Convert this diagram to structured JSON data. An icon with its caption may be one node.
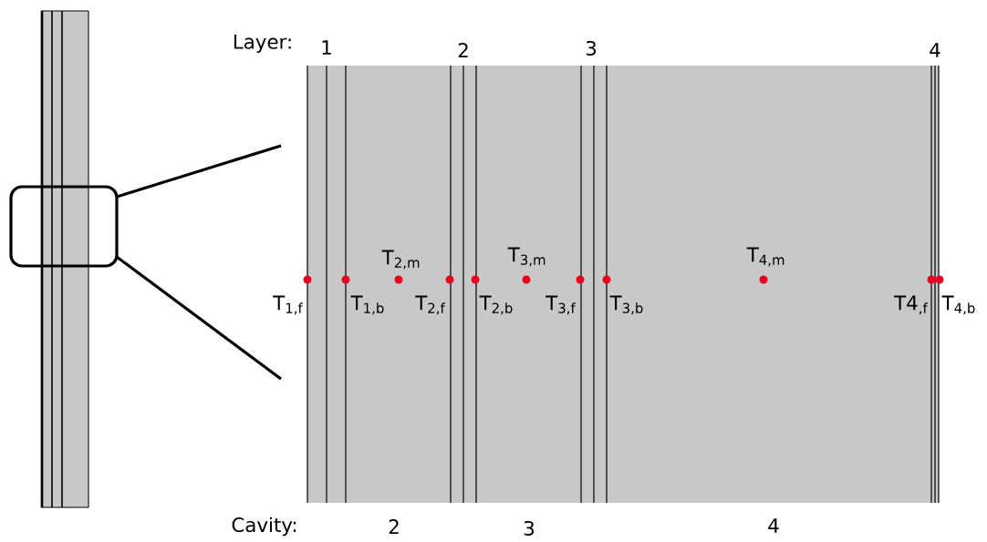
{
  "diagram": {
    "labels": [
      "Layer:",
      "1",
      "2",
      "3",
      "4",
      "T$_{2,m}$",
      "T$_{3,m}$",
      "T$_{4,m}$",
      "T$_{1,f}$",
      "T$_{1,b}$",
      "T$_{2,f}$",
      "T$_{2,b}$",
      "T$_{3,f}$",
      "T$_{3,b}$",
      "T4$_{,f}$",
      "T$_{4,b}$",
      "Cavity:",
      "2",
      "3",
      "4"
    ]
  }
}
